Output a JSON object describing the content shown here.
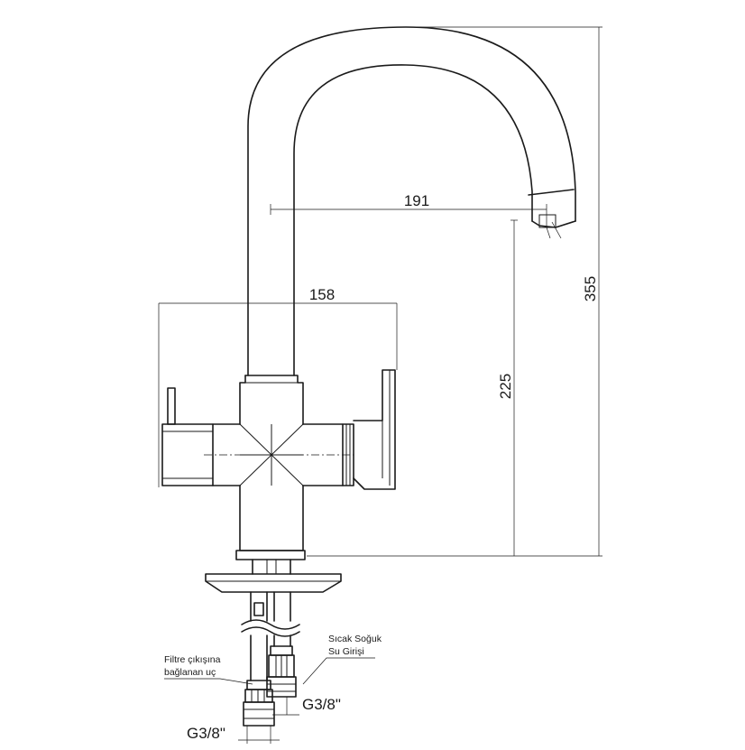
{
  "dimensions": {
    "spout_reach": "191",
    "body_width": "158",
    "spout_height": "225",
    "total_height": "355"
  },
  "labels": {
    "filter_outlet_line1": "Filtre çıkışına",
    "filter_outlet_line2": "bağlanan uç",
    "inlet_line1": "Sıcak Soğuk",
    "inlet_line2": "Su Girişi",
    "thread_inlet": "G3/8\"",
    "thread_filter": "G3/8\""
  }
}
